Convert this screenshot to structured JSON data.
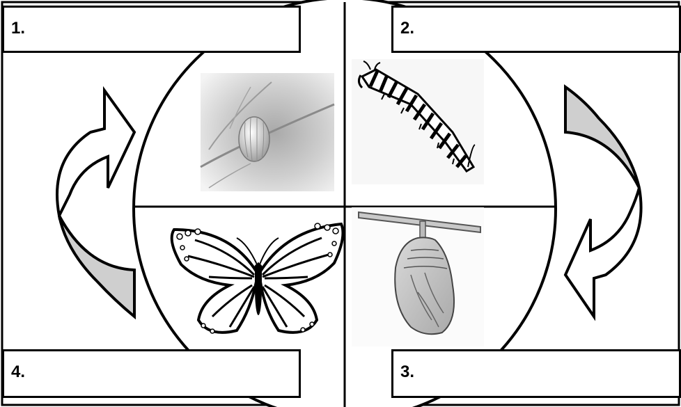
{
  "diagram": {
    "stages": [
      {
        "number": "1.",
        "label_text": "",
        "image": "egg-on-leaf-image"
      },
      {
        "number": "2.",
        "label_text": "",
        "image": "caterpillar-image"
      },
      {
        "number": "3.",
        "label_text": "",
        "image": "chrysalis-image"
      },
      {
        "number": "4.",
        "label_text": "",
        "image": "butterfly-image"
      }
    ],
    "arrows": [
      "cycle-arrow-left-icon",
      "cycle-arrow-right-icon"
    ],
    "colors": {
      "outline": "#000000",
      "arrow_fill": "#cfcfcf",
      "background": "#ffffff"
    }
  }
}
